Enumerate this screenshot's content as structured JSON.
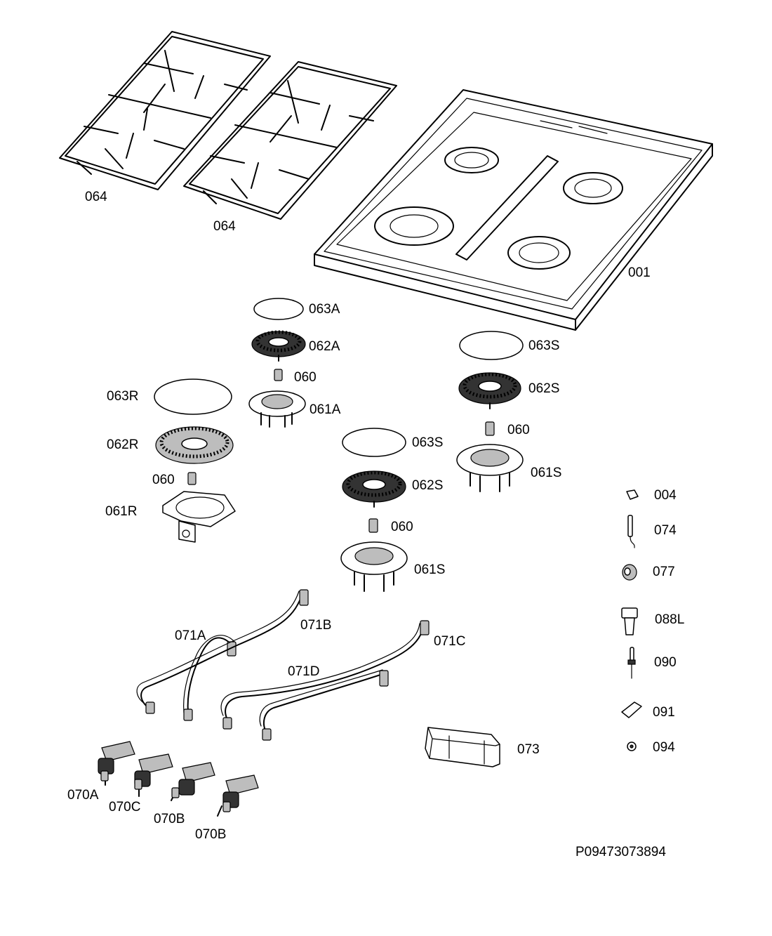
{
  "labels": {
    "grid_left": "064",
    "grid_right": "064",
    "hob_top": "001",
    "cap_aux": "063A",
    "crown_aux": "062A",
    "injector_aux": "060",
    "base_aux": "061A",
    "cap_rapid": "063R",
    "crown_rapid": "062R",
    "injector_rapid": "060",
    "base_rapid": "061R",
    "cap_semi_1": "063S",
    "crown_semi_1": "062S",
    "injector_semi_1": "060",
    "base_semi_1": "061S",
    "cap_semi_2": "063S",
    "crown_semi_2": "062S",
    "injector_semi_2": "060",
    "base_semi_2": "061S",
    "pipe_a": "071A",
    "pipe_b": "071B",
    "pipe_c": "071C",
    "pipe_d": "071D",
    "valve_a": "070A",
    "valve_c": "070C",
    "valve_b1": "070B",
    "valve_b2": "070B",
    "generator": "073",
    "part_004": "004",
    "part_074": "074",
    "part_077": "077",
    "part_088l": "088L",
    "part_090": "090",
    "part_091": "091",
    "part_094": "094",
    "drawing_code": "P09473073894"
  }
}
